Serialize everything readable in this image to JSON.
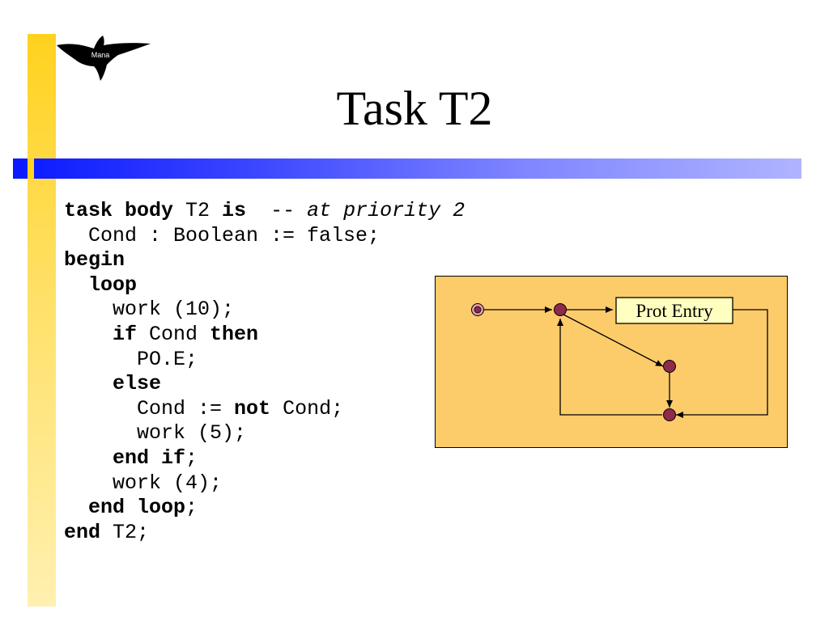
{
  "slide": {
    "logo_text": "Mana",
    "title": "Task T2"
  },
  "code": [
    [
      {
        "t": "task body",
        "s": "kw"
      },
      {
        "t": " T2 ",
        "s": "n"
      },
      {
        "t": "is",
        "s": "kw"
      },
      {
        "t": "  -- ",
        "s": "n"
      },
      {
        "t": "at priority 2",
        "s": "cm"
      }
    ],
    [
      {
        "t": "  Cond : Boolean := false;",
        "s": "n"
      }
    ],
    [
      {
        "t": "begin",
        "s": "kw"
      }
    ],
    [
      {
        "t": "  ",
        "s": "n"
      },
      {
        "t": "loop",
        "s": "kw"
      }
    ],
    [
      {
        "t": "    work (10);",
        "s": "n"
      }
    ],
    [
      {
        "t": "    ",
        "s": "n"
      },
      {
        "t": "if",
        "s": "kw"
      },
      {
        "t": " Cond ",
        "s": "n"
      },
      {
        "t": "then",
        "s": "kw"
      }
    ],
    [
      {
        "t": "      PO.E;",
        "s": "n"
      }
    ],
    [
      {
        "t": "    ",
        "s": "n"
      },
      {
        "t": "else",
        "s": "kw"
      }
    ],
    [
      {
        "t": "      Cond := ",
        "s": "n"
      },
      {
        "t": "not",
        "s": "kw"
      },
      {
        "t": " Cond;",
        "s": "n"
      }
    ],
    [
      {
        "t": "      work (5);",
        "s": "n"
      }
    ],
    [
      {
        "t": "    ",
        "s": "n"
      },
      {
        "t": "end if",
        "s": "kw"
      },
      {
        "t": ";",
        "s": "n"
      }
    ],
    [
      {
        "t": "    work (4);",
        "s": "n"
      }
    ],
    [
      {
        "t": "  ",
        "s": "n"
      },
      {
        "t": "end loop",
        "s": "kw"
      },
      {
        "t": ";",
        "s": "n"
      }
    ],
    [
      {
        "t": "end",
        "s": "kw"
      },
      {
        "t": " T2;",
        "s": "n"
      }
    ]
  ],
  "diagram": {
    "box_label": "Prot Entry",
    "colors": {
      "background": "#fdcc6a",
      "node_fill": "#8e2a4b",
      "start_node_fill": "#e89aa8"
    }
  }
}
